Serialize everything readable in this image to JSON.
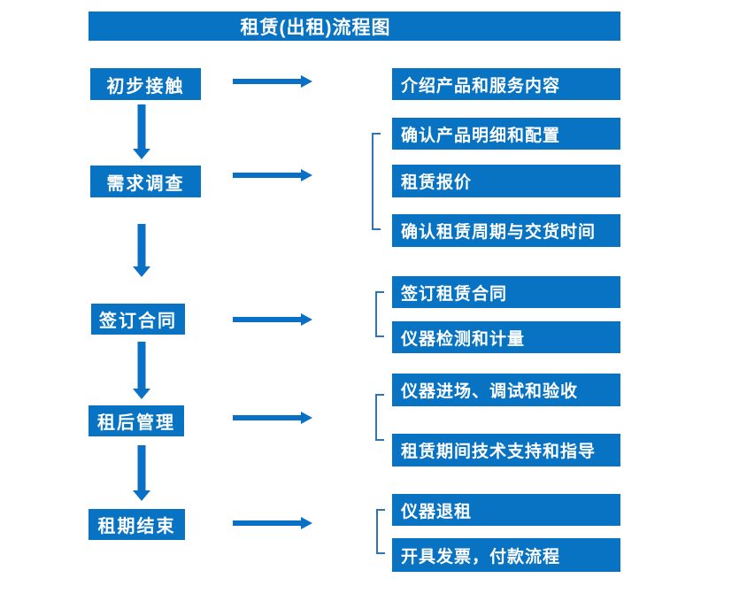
{
  "title": "租赁(出租)流程图",
  "colors": {
    "box": "#0873C2",
    "arrow": "#0A70C6",
    "bracket": "#2E75B6",
    "text_on_box": "#FFFFFF"
  },
  "steps": [
    {
      "label": "初步接触",
      "details": [
        "介绍产品和服务内容"
      ]
    },
    {
      "label": "需求调查",
      "details": [
        "确认产品明细和配置",
        "租赁报价",
        "确认租赁周期与交货时间"
      ]
    },
    {
      "label": "签订合同",
      "details": [
        "签订租赁合同",
        "仪器检测和计量"
      ]
    },
    {
      "label": "租后管理",
      "details": [
        "仪器进场、调试和验收",
        "租赁期间技术支持和指导"
      ]
    },
    {
      "label": "租期结束",
      "details": [
        "仪器退租",
        "开具发票，付款流程"
      ]
    }
  ]
}
